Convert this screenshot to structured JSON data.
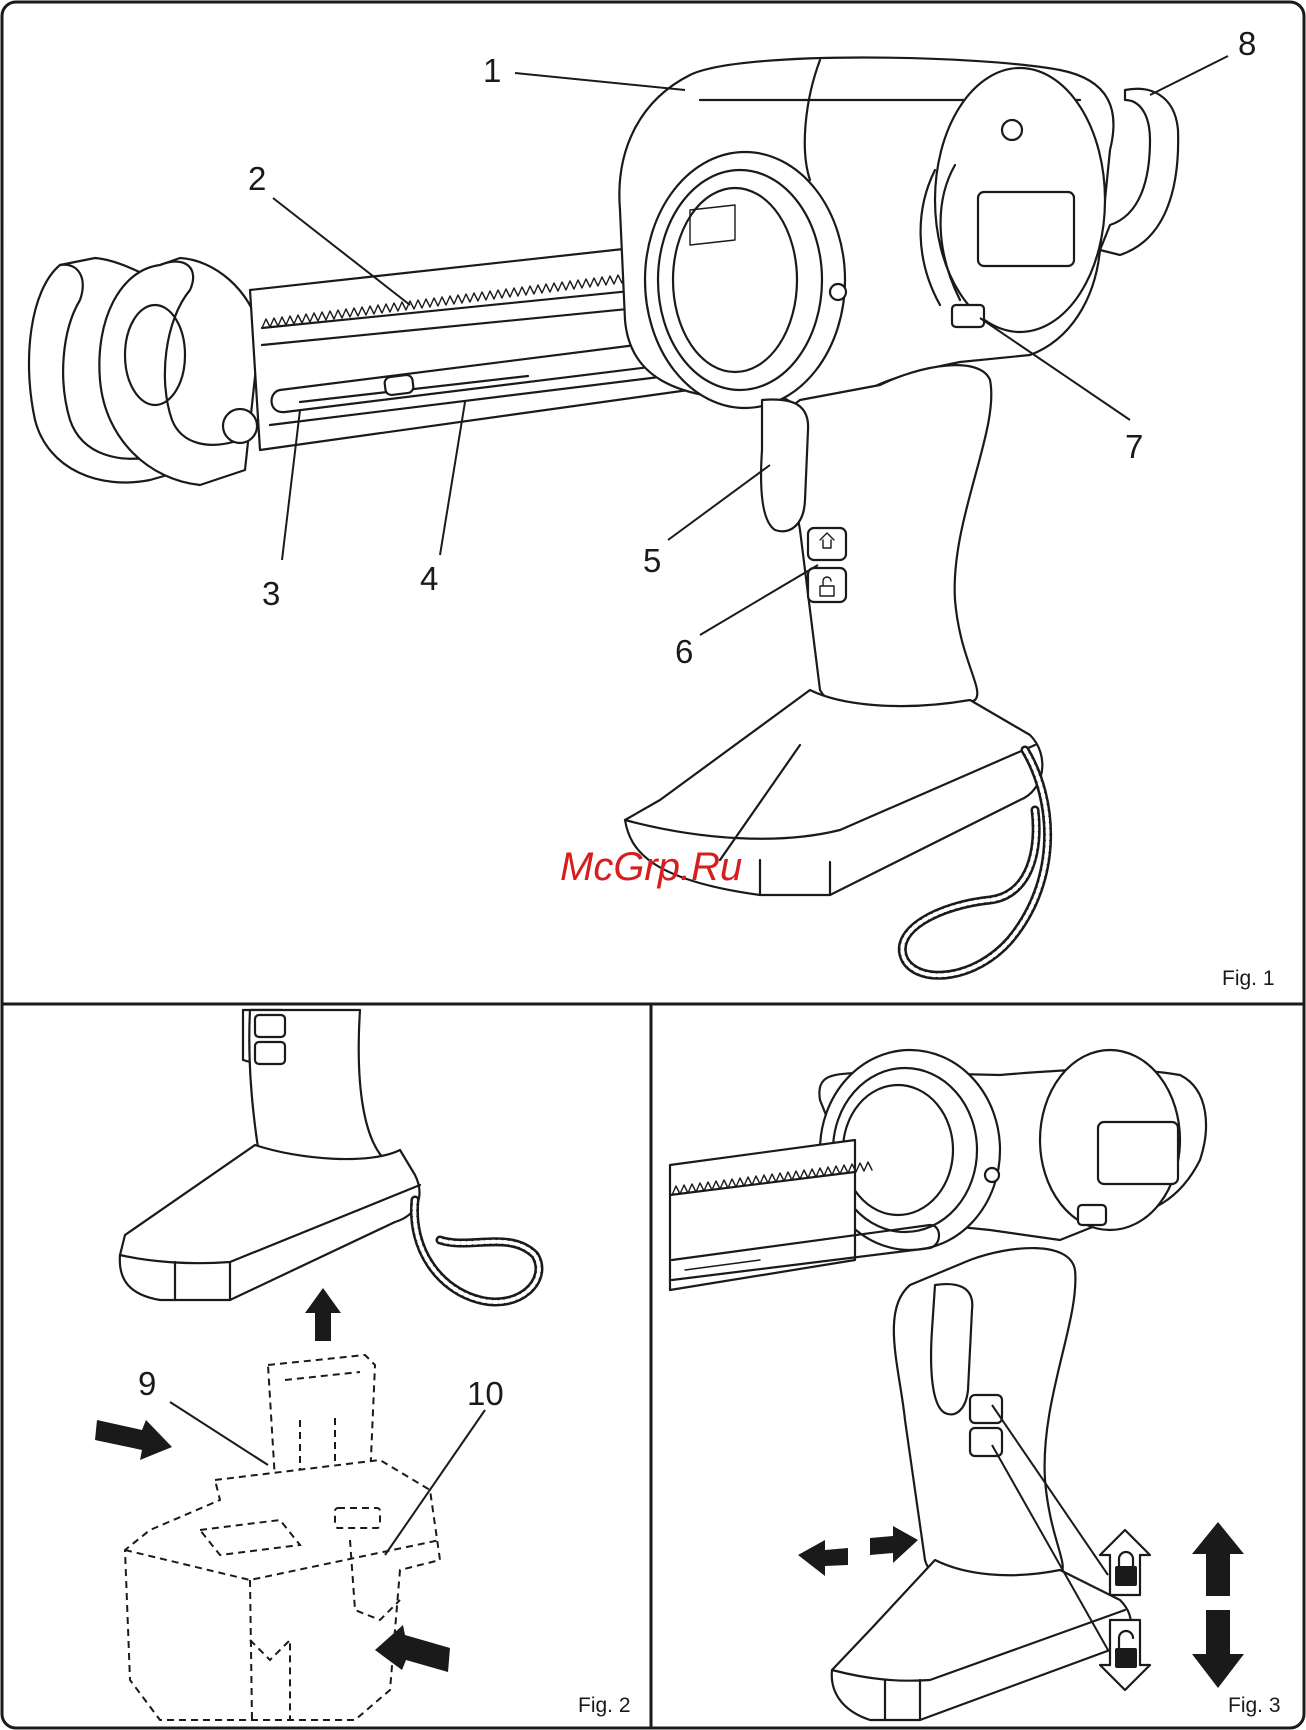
{
  "figures": {
    "fig1": {
      "label": "Fig. 1",
      "callouts": [
        "1",
        "2",
        "3",
        "4",
        "5",
        "6",
        "7",
        "8"
      ]
    },
    "fig2": {
      "label": "Fig. 2",
      "callouts": [
        "9",
        "10"
      ]
    },
    "fig3": {
      "label": "Fig. 3"
    }
  },
  "watermark": "McGrp.Ru"
}
